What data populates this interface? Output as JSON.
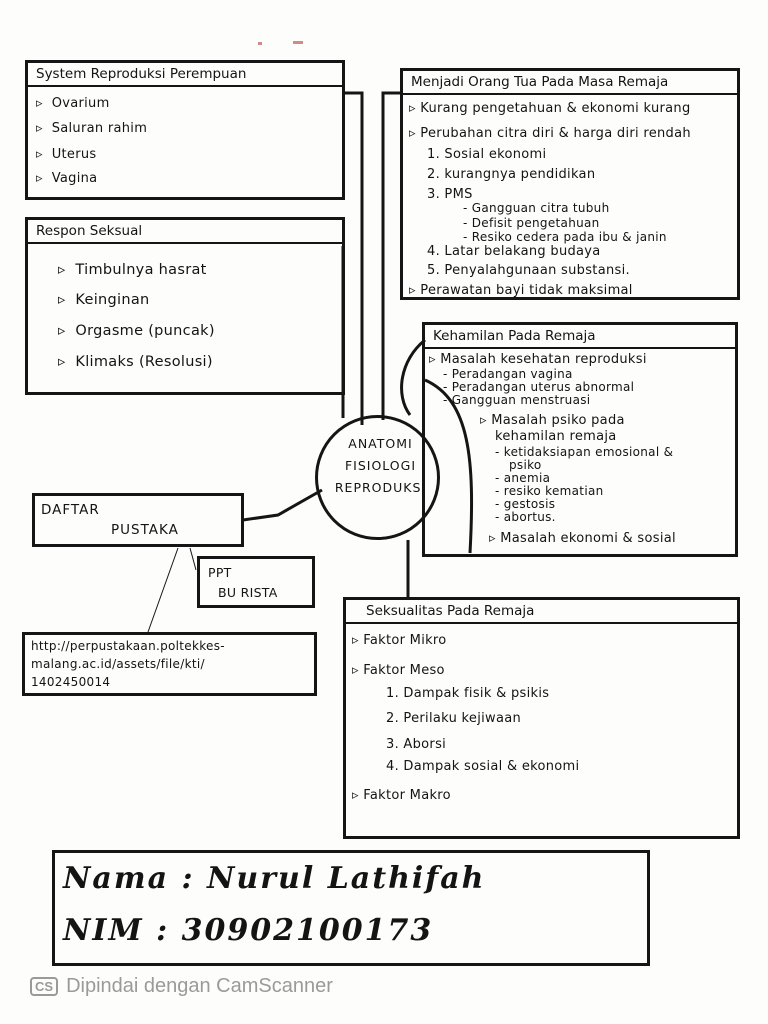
{
  "center": {
    "line1": "ANATOMI",
    "line2": "FISIOLOGI",
    "line3": "REPRODUKSI"
  },
  "box1": {
    "title": "System Reproduksi Perempuan",
    "items": [
      "Ovarium",
      "Saluran rahim",
      "Uterus",
      "Vagina"
    ]
  },
  "box2": {
    "title": "Respon Seksual",
    "items": [
      "Timbulnya hasrat",
      "Keinginan",
      "Orgasme (puncak)",
      "Klimaks (Resolusi)"
    ]
  },
  "box3": {
    "title": "Menjadi Orang Tua Pada Masa Remaja",
    "l1": "Kurang pengetahuan & ekonomi kurang",
    "l2": "Perubahan citra diri & harga diri rendah",
    "l3": "1. Sosial ekonomi",
    "l4": "2. kurangnya pendidikan",
    "l5": "3. PMS",
    "l6": "- Gangguan citra tubuh",
    "l7": "- Defisit pengetahuan",
    "l8": "- Resiko cedera pada ibu & janin",
    "l9": "4. Latar belakang budaya",
    "l10": "5. Penyalahgunaan substansi.",
    "l11": "Perawatan bayi tidak maksimal"
  },
  "box4": {
    "title": "Kehamilan Pada Remaja",
    "l1": "Masalah kesehatan reproduksi",
    "l2": "- Peradangan vagina",
    "l3": "- Peradangan uterus abnormal",
    "l4": "- Gangguan menstruasi",
    "l5": "Masalah psiko pada",
    "l6": "kehamilan remaja",
    "l7": "- ketidaksiapan emosional &",
    "l8": "psiko",
    "l9": "- anemia",
    "l10": "- resiko kematian",
    "l11": "- gestosis",
    "l12": "- abortus.",
    "l13": "Masalah ekonomi & sosial"
  },
  "box5": {
    "title": "Seksualitas Pada Remaja",
    "l1": "Faktor Mikro",
    "l2": "Faktor Meso",
    "l3": "1. Dampak fisik & psikis",
    "l4": "2. Perilaku kejiwaan",
    "l5": "3. Aborsi",
    "l6": "4. Dampak sosial & ekonomi",
    "l7": "Faktor Makro"
  },
  "dafpus": {
    "line1": "DAFTAR",
    "line2": "PUSTAKA"
  },
  "ppt": {
    "line1": "PPT",
    "line2": "BU RISTA"
  },
  "url": {
    "line1": "http://perpustakaan.poltekkes-",
    "line2": "malang.ac.id/assets/file/kti/",
    "line3": "1402450014"
  },
  "footer": {
    "nama": "Nama : Nurul Lathifah",
    "nim": "NIM : 30902100173"
  },
  "watermark": {
    "logo": "CS",
    "text": "Dipindai dengan CamScanner"
  }
}
